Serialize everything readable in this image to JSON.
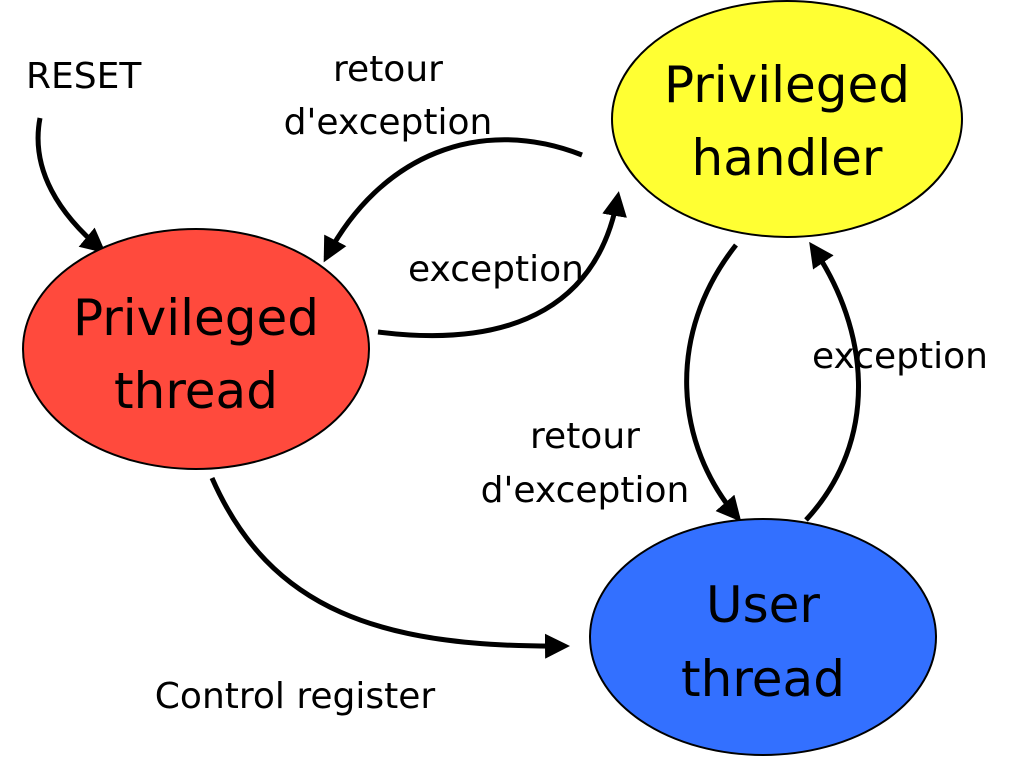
{
  "colors": {
    "privileged_thread": "#ff4a3d",
    "privileged_handler": "#ffff33",
    "user_thread": "#3370ff",
    "outline": "#000000",
    "text": "#000000"
  },
  "nodes": {
    "privileged_thread": {
      "line1": "Privileged",
      "line2": "thread"
    },
    "privileged_handler": {
      "line1": "Privileged",
      "line2": "handler"
    },
    "user_thread": {
      "line1": "User",
      "line2": "thread"
    }
  },
  "edges": {
    "reset": {
      "label": "RESET"
    },
    "handler_to_privileged": {
      "line1": "retour",
      "line2": "d'exception"
    },
    "privileged_to_handler": {
      "label": "exception"
    },
    "handler_to_user": {
      "line1": "retour",
      "line2": "d'exception"
    },
    "user_to_handler": {
      "label": "exception"
    },
    "privileged_to_user": {
      "label": "Control register"
    }
  }
}
